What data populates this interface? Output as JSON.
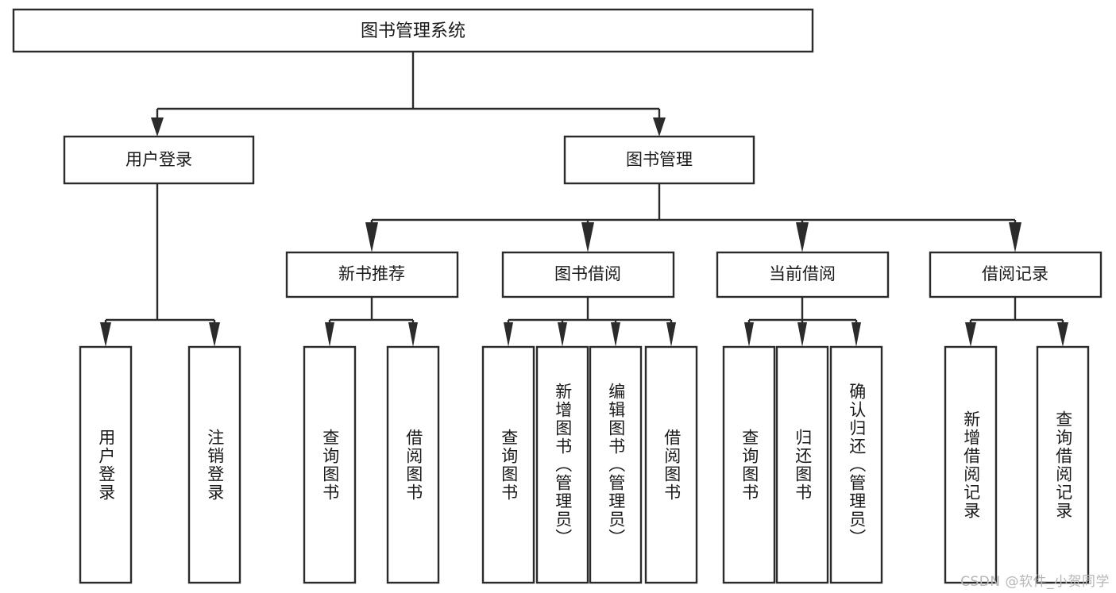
{
  "diagram": {
    "type": "tree",
    "title": "图书管理系统",
    "root": {
      "label": "图书管理系统",
      "level": 0
    },
    "level1": [
      {
        "label": "用户登录"
      },
      {
        "label": "图书管理"
      }
    ],
    "level2": [
      {
        "label": "新书推荐",
        "parent": "图书管理"
      },
      {
        "label": "图书借阅",
        "parent": "图书管理"
      },
      {
        "label": "当前借阅",
        "parent": "图书管理"
      },
      {
        "label": "借阅记录",
        "parent": "图书管理"
      }
    ],
    "leaves": {
      "用户登录": [
        {
          "label": "用户登录"
        },
        {
          "label": "注销登录"
        }
      ],
      "新书推荐": [
        {
          "label": "查询图书"
        },
        {
          "label": "借阅图书"
        }
      ],
      "图书借阅": [
        {
          "label": "查询图书"
        },
        {
          "label": "新增图书（管理员）"
        },
        {
          "label": "编辑图书（管理员）"
        },
        {
          "label": "借阅图书"
        }
      ],
      "当前借阅": [
        {
          "label": "查询图书"
        },
        {
          "label": "归还图书"
        },
        {
          "label": "确认归还（管理员）"
        }
      ],
      "借阅记录": [
        {
          "label": "新增借阅记录"
        },
        {
          "label": "查询借阅记录"
        }
      ]
    }
  },
  "watermark": {
    "text": "CSDN @软件_小贺同学"
  },
  "colors": {
    "stroke": "#2b2b2b",
    "box_fill": "#ffffff",
    "text": "#1a1a1a",
    "background": "#ffffff",
    "watermark": "#b6b6b6"
  }
}
